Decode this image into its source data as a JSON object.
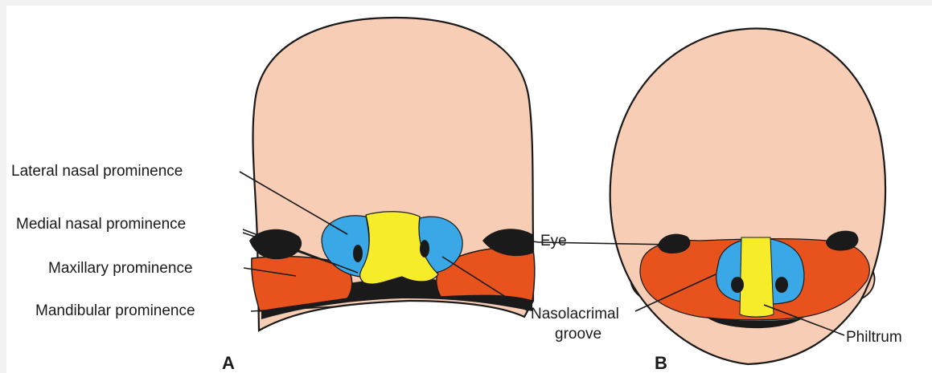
{
  "figure": {
    "panels": [
      "A",
      "B"
    ],
    "labels": {
      "lateral_nasal": "Lateral nasal prominence",
      "medial_nasal": "Medial nasal prominence",
      "maxillary": "Maxillary prominence",
      "mandibular": "Mandibular prominence",
      "eye": "Eye",
      "nasolacrimal_line1": "Nasolacrimal",
      "nasolacrimal_line2": "groove",
      "philtrum": "Philtrum"
    }
  },
  "colors": {
    "skin": "#f8cdb6",
    "lateral_nasal": "#3aa7e6",
    "medial_nasal": "#f7ec2a",
    "maxillary": "#e8521c",
    "outline": "#1a1a1a"
  }
}
